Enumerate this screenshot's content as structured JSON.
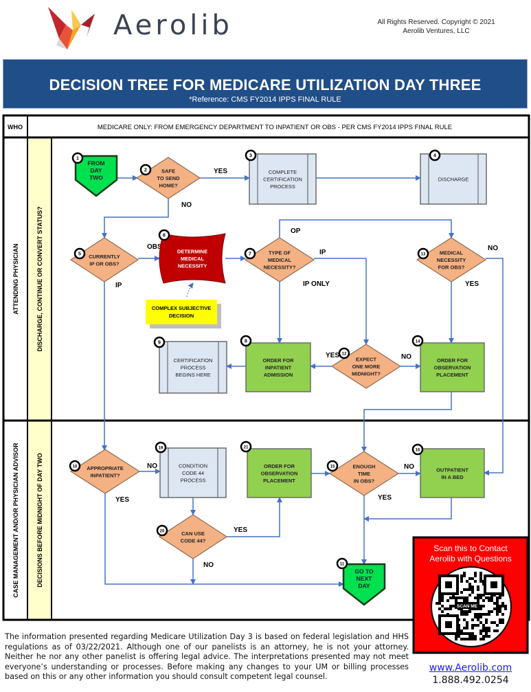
{
  "header": {
    "brand": "Aerolib",
    "copyright_lines": [
      "All Rights Reserved. Copyright © 2021",
      "Aerolib Ventures, LLC"
    ],
    "title": "DECISION TREE FOR MEDICARE UTILIZATION DAY THREE",
    "subtitle": "*Reference: CMS FY2014 IPPS FINAL RULE"
  },
  "table": {
    "who_label": "WHO",
    "scope": "MEDICARE ONLY: FROM EMERGENCY DEPARTMENT TO INPATIENT OR OBS - PER CMS FY2014 IPPS FINAL RULE",
    "lanes": [
      {
        "who": "ATTENDING PHYSICIAN",
        "phase": "DISCHARGE, CONTINUE OR CONVERT STATUS?"
      },
      {
        "who": "CASE MANAGEMENT AND/OR PHYSICIAN ADVISOR",
        "phase": "DECISIONS BEFORE MIDNIGHT OF DAY TWO"
      }
    ]
  },
  "colors": {
    "banner": "#1f4e89",
    "decision": "#f4b183",
    "action": "#92d050",
    "terminal": "#00e14f",
    "process": "#dde6f3",
    "critical": "#c00000",
    "note": "#ffff00",
    "connector": "#4472c4",
    "phase_column": "#ffffcc",
    "qr_panel": "#ff0000"
  },
  "nodes": [
    {
      "id": "1",
      "type": "terminal",
      "lines": [
        "FROM",
        "DAY",
        "TWO"
      ]
    },
    {
      "id": "2",
      "type": "decision",
      "lines": [
        "SAFE",
        "TO SEND",
        "HOME?"
      ]
    },
    {
      "id": "3",
      "type": "process",
      "lines": [
        "COMPLETE",
        "CERTIFICATION",
        "PROCESS"
      ]
    },
    {
      "id": "4",
      "type": "process",
      "lines": [
        "DISCHARGE"
      ]
    },
    {
      "id": "5",
      "type": "decision",
      "lines": [
        "CURRENTLY",
        "IP OR OBS?"
      ]
    },
    {
      "id": "6",
      "type": "critical",
      "lines": [
        "DETERMINE",
        "MEDICAL",
        "NECESSITY"
      ]
    },
    {
      "id": "7",
      "type": "decision",
      "lines": [
        "TYPE OF",
        "MEDICAL",
        "NECESSITY?"
      ]
    },
    {
      "id": "13",
      "type": "decision",
      "lines": [
        "MEDICAL",
        "NECESSITY",
        "FOR OBS?"
      ]
    },
    {
      "id": "8",
      "type": "action",
      "lines": [
        "ORDER FOR",
        "INPATIENT",
        "ADMISSION"
      ]
    },
    {
      "id": "12",
      "type": "decision",
      "lines": [
        "EXPECT",
        "ONE MORE",
        "MIDNIGHT?"
      ]
    },
    {
      "id": "14",
      "type": "action",
      "lines": [
        "ORDER FOR",
        "OBSERVATION",
        "PLACEMENT"
      ]
    },
    {
      "id": "9",
      "type": "process",
      "lines": [
        "CERTIFICATION",
        "PROCESS",
        "BEGINS HERE"
      ]
    },
    {
      "id": "10",
      "type": "decision",
      "lines": [
        "APPROPRIATE",
        "INPATIENT?"
      ]
    },
    {
      "id": "19",
      "type": "process",
      "lines": [
        "CONDITION",
        "CODE 44",
        "PROCESS"
      ]
    },
    {
      "id": "20",
      "type": "decision",
      "lines": [
        "CAN USE",
        "CODE 44?"
      ]
    },
    {
      "id": "21",
      "type": "action",
      "lines": [
        "ORDER FOR",
        "OBSERVATION",
        "PLACEMENT"
      ]
    },
    {
      "id": "15",
      "type": "decision",
      "lines": [
        "ENOUGH",
        "TIME",
        "IN OBS?"
      ]
    },
    {
      "id": "16",
      "type": "action",
      "lines": [
        "OUTPATIENT",
        "IN A BED"
      ]
    },
    {
      "id": "11",
      "type": "terminal",
      "lines": [
        "GO TO",
        "NEXT",
        "DAY"
      ]
    }
  ],
  "note": {
    "lines": [
      "COMPLEX SUBJECTIVE",
      "DECISION"
    ]
  },
  "edge_labels": [
    "YES",
    "NO",
    "OBS",
    "IP",
    "OP",
    "IP",
    "IP ONLY",
    "NO",
    "YES",
    "YES",
    "NO",
    "NO",
    "YES",
    "YES",
    "NO",
    "NO",
    "YES"
  ],
  "qr_panel": {
    "lines": [
      "Scan this to Contact",
      "Aerolib with Questions"
    ],
    "badge": "SCAN ME"
  },
  "footer": {
    "disclaimer": "The information presented regarding Medicare Utilization Day 3 is based on federal legislation and HHS regulations as of 03/22/2021. Although one of our panelists is an attorney, he is not your attorney. Neither he nor any other panelist is offering legal advice. The interpretations presented may not meet everyone’s understanding or processes. Before making any changes to your UM or billing processes based on this or any other information you should consult competent legal counsel.",
    "website": "www.Aerolib.com",
    "phone": "1.888.492.0254"
  }
}
